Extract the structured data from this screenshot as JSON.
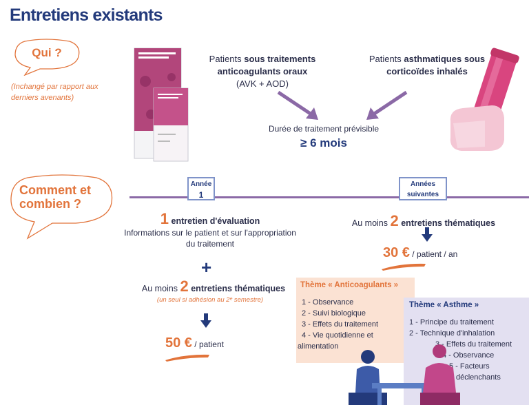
{
  "title": "Entretiens existants",
  "who": {
    "label": "Qui ?",
    "note": "(Inchangé par rapport aux derniers avenants)"
  },
  "patients_anticoag": {
    "prefix": "Patients ",
    "bold": "sous traitements anticoagulants oraux",
    "suffix": "(AVK + AOD)"
  },
  "patients_asthma": {
    "prefix": "Patients ",
    "bold": "asthmatiques sous corticoïdes inhalés"
  },
  "duration": {
    "label": "Durée de traitement prévisible",
    "value": "≥ 6 mois"
  },
  "how": {
    "label": "Comment et combien ?"
  },
  "year1": {
    "line1": "Année",
    "line2": "1"
  },
  "years_next": {
    "line1": "Années",
    "line2": "suivantes"
  },
  "first_year": {
    "count1": "1",
    "entretien1": "entretien d'évaluation",
    "desc": "Informations sur le patient et sur l'appropriation du traitement",
    "plus": "+",
    "prefix2": "Au moins ",
    "count2": "2",
    "entretien2": "entretiens thématiques",
    "note": "(un seul si adhésion au 2ᵉ semestre)",
    "price": "50 €",
    "price_unit": "/ patient"
  },
  "next_years": {
    "prefix": "Au moins ",
    "count": "2",
    "entretien": "entretiens thématiques",
    "price": "30 €",
    "price_unit": "/ patient / an"
  },
  "theme_anticoag": {
    "title": "Thème « Anticoagulants »",
    "items": [
      "1 - Observance",
      "2 - Suivi biologique",
      "3 - Effets du traitement",
      "4 - Vie quotidienne et",
      "alimentation"
    ]
  },
  "theme_asthma": {
    "title": "Thème « Asthme »",
    "items": [
      "1 - Principe du traitement",
      "2 - Technique d'inhalation",
      "3 - Effets du traitement",
      "4 - Observance",
      "5 - Facteurs",
      "déclenchants"
    ]
  },
  "colors": {
    "navy": "#233a7b",
    "orange": "#e2743b",
    "purple": "#8b69a6",
    "peach_box": "#fbe2d3",
    "lavender_box": "#e3e0f1"
  },
  "icons": [
    "speech-bubble-icon",
    "arrow-down-icon",
    "booklet-illustration",
    "inhaler-illustration",
    "people-consultation-illustration"
  ]
}
